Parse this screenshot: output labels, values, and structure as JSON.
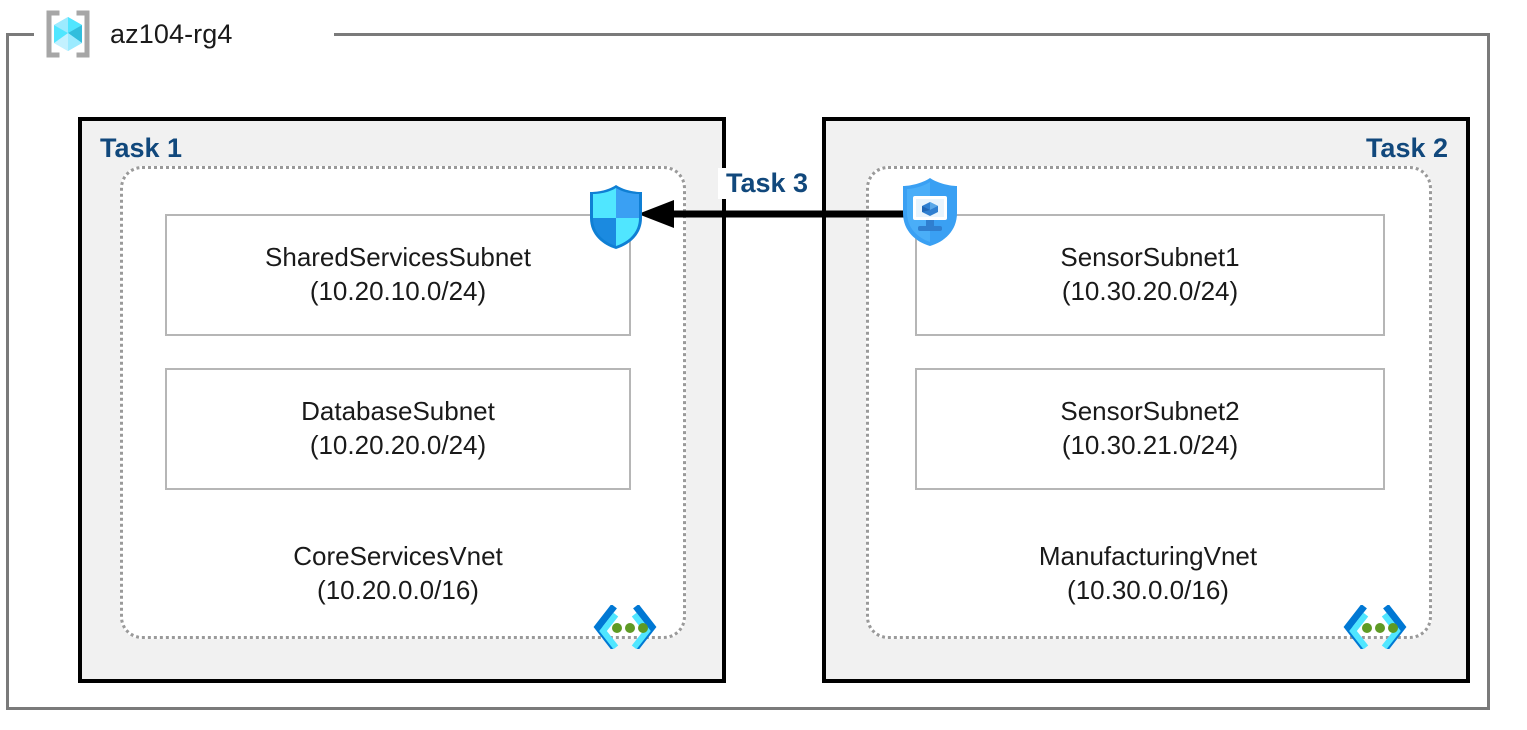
{
  "resource_group": {
    "name": "az104-rg4",
    "icon": "resource-group-cube-icon"
  },
  "colors": {
    "task_label": "#11487c",
    "task_box_fill": "#f1f1f1",
    "task_box_border": "#000000",
    "vnet_border": "#9a9a9a",
    "subnet_border": "#b6b6b6",
    "frame_border": "#7a7a7a",
    "arrow": "#000000",
    "rg_icon_cyan": "#50e6ff",
    "vnet_icon_blue": "#0078d4",
    "vnet_icon_dot_green": "#5e9a24"
  },
  "tasks": [
    {
      "label": "Task 1",
      "align": "left",
      "vnet": {
        "name": "CoreServicesVnet",
        "cidr": "(10.20.0.0/16)",
        "icon": "virtual-network-icon",
        "subnets": [
          {
            "name": "SharedServicesSubnet",
            "cidr": "(10.20.10.0/24)"
          },
          {
            "name": "DatabaseSubnet",
            "cidr": "(10.20.20.0/24)"
          }
        ]
      }
    },
    {
      "label": "Task 2",
      "align": "right",
      "vnet": {
        "name": "ManufacturingVnet",
        "cidr": "(10.30.0.0/16)",
        "icon": "virtual-network-icon",
        "subnets": [
          {
            "name": "SensorSubnet1",
            "cidr": "(10.30.20.0/24)"
          },
          {
            "name": "SensorSubnet2",
            "cidr": "(10.30.21.0/24)"
          }
        ]
      }
    }
  ],
  "connection": {
    "label": "Task 3",
    "direction": "right-to-left",
    "source_icon": "defender-shield-monitor-icon",
    "target_icon": "firewall-shield-icon"
  }
}
